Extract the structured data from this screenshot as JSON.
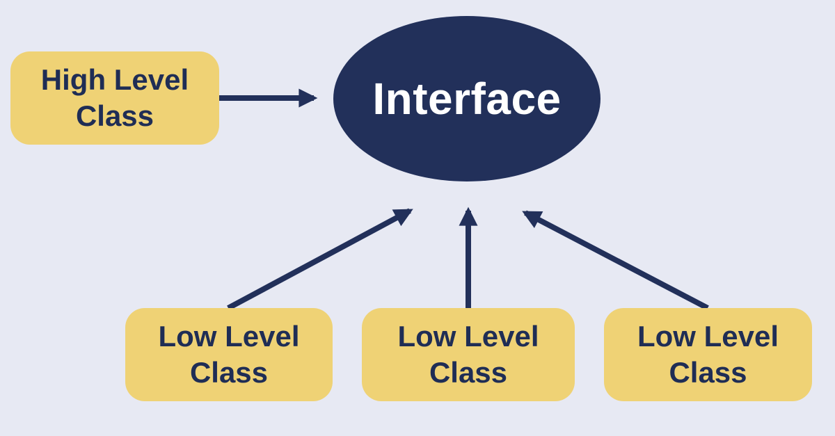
{
  "diagram": {
    "nodes": {
      "interface": {
        "label": "Interface",
        "shape": "ellipse"
      },
      "high_level": {
        "label": "High Level Class",
        "shape": "rounded-box"
      },
      "low_level": [
        {
          "label": "Low Level Class",
          "shape": "rounded-box"
        },
        {
          "label": "Low Level Class",
          "shape": "rounded-box"
        },
        {
          "label": "Low Level Class",
          "shape": "rounded-box"
        }
      ]
    },
    "edges": [
      {
        "from": "high_level",
        "to": "interface"
      },
      {
        "from": "low_level_1",
        "to": "interface"
      },
      {
        "from": "low_level_2",
        "to": "interface"
      },
      {
        "from": "low_level_3",
        "to": "interface"
      }
    ],
    "colors": {
      "background": "#E7E9F3",
      "navy": "#22305A",
      "yellow": "#EFD275",
      "label_text": "#1F2D55",
      "interface_text": "#FFFFFF"
    }
  }
}
